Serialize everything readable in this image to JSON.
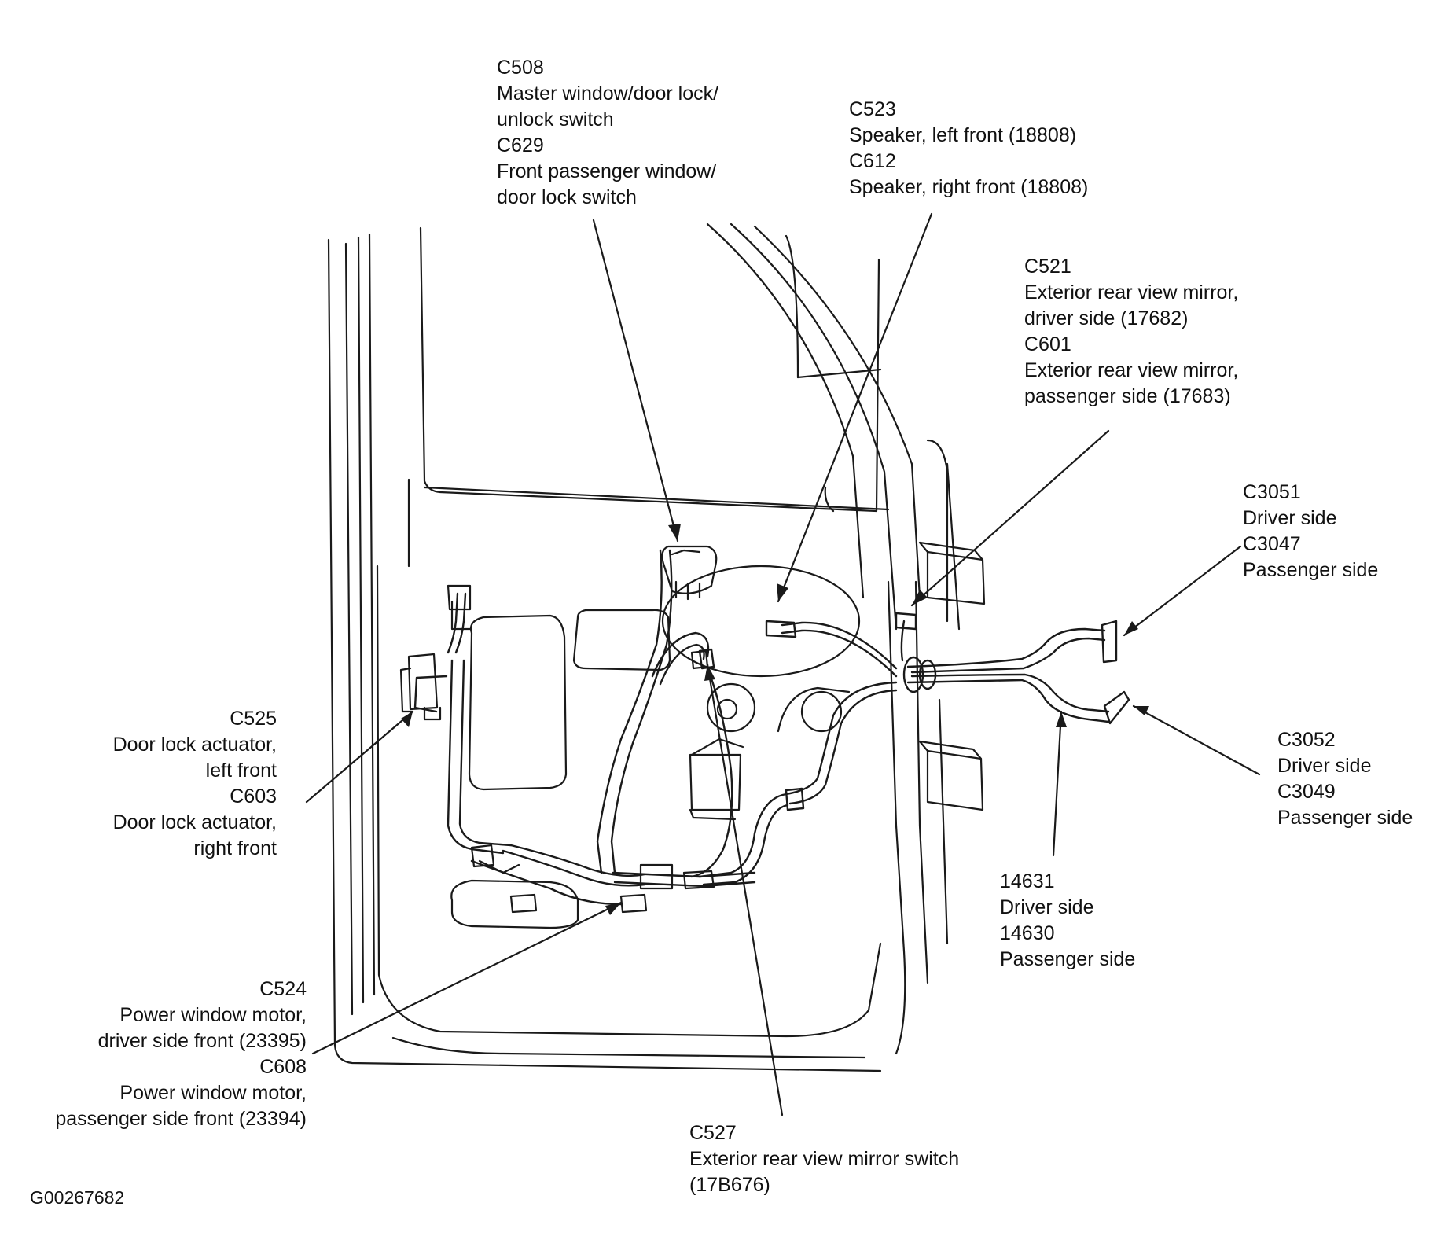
{
  "colors": {
    "line": "#1a1a1a",
    "background": "#ffffff",
    "text": "#111111"
  },
  "figure_code": "G00267682",
  "callouts": {
    "c508_c629": [
      "C508",
      "Master window/door lock/",
      "unlock switch",
      "C629",
      "Front passenger window/",
      "door lock switch"
    ],
    "c523_c612": [
      "C523",
      "Speaker, left front (18808)",
      "C612",
      "Speaker, right front (18808)"
    ],
    "c521_c601": [
      "C521",
      "Exterior rear view mirror,",
      "driver side (17682)",
      "C601",
      "Exterior rear view mirror,",
      "passenger side (17683)"
    ],
    "c3051_c3047": [
      "C3051",
      "Driver side",
      "C3047",
      "Passenger side"
    ],
    "c525_c603": [
      "C525",
      "Door lock actuator,",
      "left front",
      "C603",
      "Door lock actuator,",
      "right front"
    ],
    "c3052_c3049": [
      "C3052",
      "Driver side",
      "C3049",
      "Passenger side"
    ],
    "h14631_14630": [
      "14631",
      "Driver side",
      "14630",
      "Passenger side"
    ],
    "c524_c608": [
      "C524",
      "Power window motor,",
      "driver side front (23395)",
      "C608",
      "Power window motor,",
      "passenger side front (23394)"
    ],
    "c527": [
      "C527",
      "Exterior rear view mirror switch",
      "(17B676)"
    ]
  }
}
